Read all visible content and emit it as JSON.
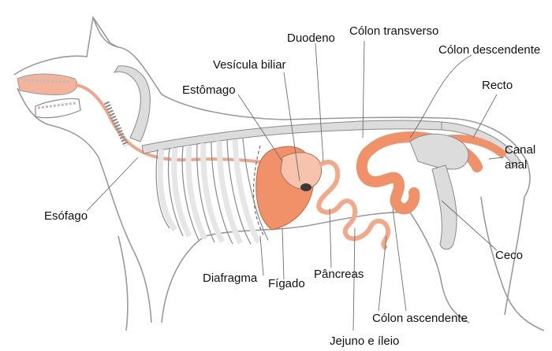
{
  "labels": {
    "duodeno": "Duodeno",
    "colon_transverso": "Cólon transverso",
    "colon_descendente": "Cólon descendente",
    "vesicula_biliar": "Vesícula biliar",
    "estomago": "Estômago",
    "recto": "Recto",
    "canal_anal_1": "Canal",
    "canal_anal_2": "anal",
    "esofago": "Esófago",
    "ceco": "Ceco",
    "diafragma": "Diafragma",
    "figado": "Fígado",
    "pancreas": "Pâncreas",
    "colon_ascendente": "Cólon ascendente",
    "jejuno_ileo": "Jejuno e íleio"
  },
  "colors": {
    "organ_fill": "#f0916a",
    "organ_light": "#f7c3ad",
    "bone_fill": "#dcdcdc",
    "bone_stroke": "#8a8a8a",
    "outline": "#9a9a9a",
    "leader": "#6e6e6e"
  }
}
